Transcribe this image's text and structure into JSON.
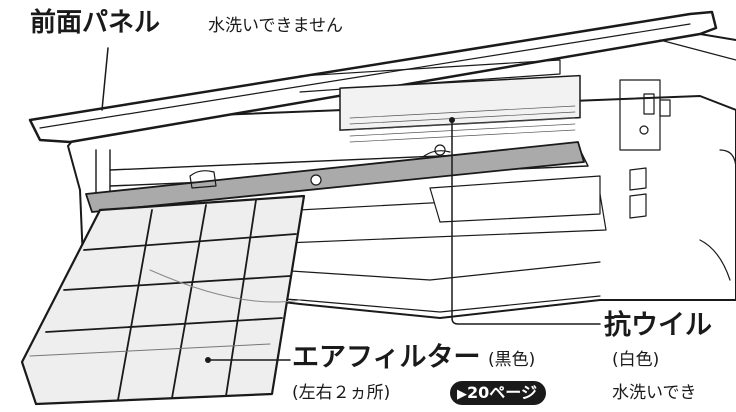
{
  "labels": {
    "front_panel": {
      "title": "前面パネル",
      "note": "水洗いできません"
    },
    "air_filter": {
      "title": "エアフィルター",
      "color": "(黒色)",
      "count": "(左右２ヵ所)",
      "page_ref": "20ページ",
      "page_ref_arrow": "▶"
    },
    "antivirus": {
      "title": "抗ウイル",
      "color": "(白色)",
      "note": "水洗いでき"
    }
  },
  "colors": {
    "ink": "#1a1a1a",
    "filter_bar": "#aaaaaa",
    "badge_bg": "#1a1a1a"
  }
}
